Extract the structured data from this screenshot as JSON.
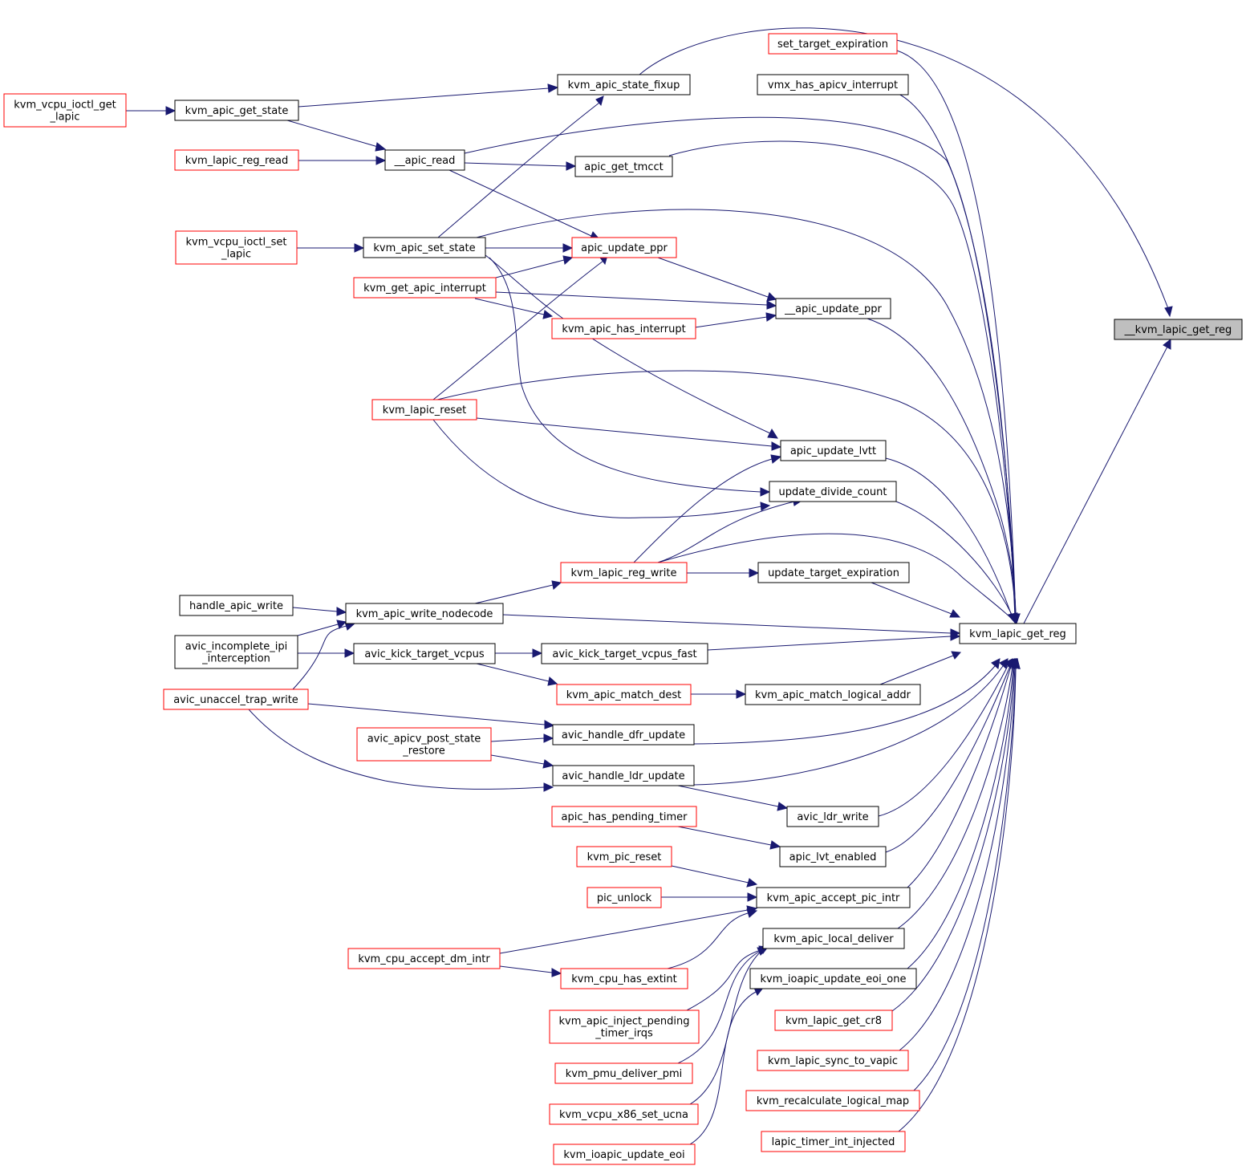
{
  "graph": {
    "root": "__kvm_lapic_get_reg",
    "colors": {
      "edge": "#191970",
      "node_border_default": "#000000",
      "node_border_truncated": "#ff0000",
      "root_fill": "#bfbfbf"
    },
    "nodes": [
      {
        "id": "root",
        "label": "__kvm_lapic_get_reg",
        "style": "root"
      },
      {
        "id": "set_target_expiration",
        "label": "set_target_expiration",
        "style": "red"
      },
      {
        "id": "vmx_has_apicv_interrupt",
        "label": "vmx_has_apicv_interrupt",
        "style": "black"
      },
      {
        "id": "kvm_apic_state_fixup",
        "label": "kvm_apic_state_fixup",
        "style": "black"
      },
      {
        "id": "kvm_vcpu_ioctl_get_lapic",
        "label": "kvm_vcpu_ioctl_get\n_lapic",
        "style": "red"
      },
      {
        "id": "kvm_apic_get_state",
        "label": "kvm_apic_get_state",
        "style": "black"
      },
      {
        "id": "kvm_lapic_reg_read",
        "label": "kvm_lapic_reg_read",
        "style": "red"
      },
      {
        "id": "__apic_read",
        "label": "__apic_read",
        "style": "black"
      },
      {
        "id": "apic_get_tmcct",
        "label": "apic_get_tmcct",
        "style": "black"
      },
      {
        "id": "kvm_vcpu_ioctl_set_lapic",
        "label": "kvm_vcpu_ioctl_set\n_lapic",
        "style": "red"
      },
      {
        "id": "kvm_apic_set_state",
        "label": "kvm_apic_set_state",
        "style": "black"
      },
      {
        "id": "apic_update_ppr",
        "label": "apic_update_ppr",
        "style": "red"
      },
      {
        "id": "kvm_get_apic_interrupt",
        "label": "kvm_get_apic_interrupt",
        "style": "red"
      },
      {
        "id": "__apic_update_ppr",
        "label": "__apic_update_ppr",
        "style": "black"
      },
      {
        "id": "kvm_apic_has_interrupt",
        "label": "kvm_apic_has_interrupt",
        "style": "red"
      },
      {
        "id": "kvm_lapic_reset",
        "label": "kvm_lapic_reset",
        "style": "red"
      },
      {
        "id": "apic_update_lvtt",
        "label": "apic_update_lvtt",
        "style": "black"
      },
      {
        "id": "update_divide_count",
        "label": "update_divide_count",
        "style": "black"
      },
      {
        "id": "kvm_lapic_reg_write",
        "label": "kvm_lapic_reg_write",
        "style": "red"
      },
      {
        "id": "update_target_expiration",
        "label": "update_target_expiration",
        "style": "black"
      },
      {
        "id": "handle_apic_write",
        "label": "handle_apic_write",
        "style": "black"
      },
      {
        "id": "kvm_apic_write_nodecode",
        "label": "kvm_apic_write_nodecode",
        "style": "black"
      },
      {
        "id": "kvm_lapic_get_reg",
        "label": "kvm_lapic_get_reg",
        "style": "black"
      },
      {
        "id": "avic_incomplete_ipi_interception",
        "label": "avic_incomplete_ipi\n_interception",
        "style": "black"
      },
      {
        "id": "avic_kick_target_vcpus",
        "label": "avic_kick_target_vcpus",
        "style": "black"
      },
      {
        "id": "avic_kick_target_vcpus_fast",
        "label": "avic_kick_target_vcpus_fast",
        "style": "black"
      },
      {
        "id": "kvm_apic_match_dest",
        "label": "kvm_apic_match_dest",
        "style": "red"
      },
      {
        "id": "kvm_apic_match_logical_addr",
        "label": "kvm_apic_match_logical_addr",
        "style": "black"
      },
      {
        "id": "avic_unaccel_trap_write",
        "label": "avic_unaccel_trap_write",
        "style": "red"
      },
      {
        "id": "avic_handle_dfr_update",
        "label": "avic_handle_dfr_update",
        "style": "black"
      },
      {
        "id": "avic_apicv_post_state_restore",
        "label": "avic_apicv_post_state\n_restore",
        "style": "red"
      },
      {
        "id": "avic_handle_ldr_update",
        "label": "avic_handle_ldr_update",
        "style": "black"
      },
      {
        "id": "avic_ldr_write",
        "label": "avic_ldr_write",
        "style": "black"
      },
      {
        "id": "apic_has_pending_timer",
        "label": "apic_has_pending_timer",
        "style": "red"
      },
      {
        "id": "apic_lvt_enabled",
        "label": "apic_lvt_enabled",
        "style": "black"
      },
      {
        "id": "kvm_pic_reset",
        "label": "kvm_pic_reset",
        "style": "red"
      },
      {
        "id": "pic_unlock",
        "label": "pic_unlock",
        "style": "red"
      },
      {
        "id": "kvm_apic_accept_pic_intr",
        "label": "kvm_apic_accept_pic_intr",
        "style": "black"
      },
      {
        "id": "kvm_cpu_accept_dm_intr",
        "label": "kvm_cpu_accept_dm_intr",
        "style": "red"
      },
      {
        "id": "kvm_apic_local_deliver",
        "label": "kvm_apic_local_deliver",
        "style": "black"
      },
      {
        "id": "kvm_cpu_has_extint",
        "label": "kvm_cpu_has_extint",
        "style": "red"
      },
      {
        "id": "kvm_ioapic_update_eoi_one",
        "label": "kvm_ioapic_update_eoi_one",
        "style": "black"
      },
      {
        "id": "kvm_apic_inject_pending_timer_irqs",
        "label": "kvm_apic_inject_pending\n_timer_irqs",
        "style": "red"
      },
      {
        "id": "kvm_lapic_get_cr8",
        "label": "kvm_lapic_get_cr8",
        "style": "red"
      },
      {
        "id": "kvm_lapic_sync_to_vapic",
        "label": "kvm_lapic_sync_to_vapic",
        "style": "red"
      },
      {
        "id": "kvm_pmu_deliver_pmi",
        "label": "kvm_pmu_deliver_pmi",
        "style": "red"
      },
      {
        "id": "kvm_recalculate_logical_map",
        "label": "kvm_recalculate_logical_map",
        "style": "red"
      },
      {
        "id": "kvm_vcpu_x86_set_ucna",
        "label": "kvm_vcpu_x86_set_ucna",
        "style": "red"
      },
      {
        "id": "lapic_timer_int_injected",
        "label": "lapic_timer_int_injected",
        "style": "red"
      },
      {
        "id": "kvm_ioapic_update_eoi",
        "label": "kvm_ioapic_update_eoi",
        "style": "red"
      }
    ]
  }
}
